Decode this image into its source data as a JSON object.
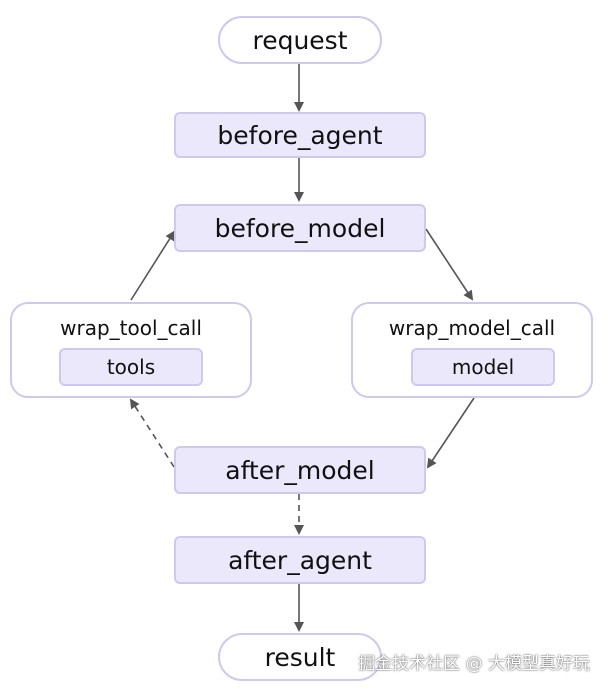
{
  "nodes": {
    "request": "request",
    "before_agent": "before_agent",
    "before_model": "before_model",
    "wrap_tool_call": {
      "title": "wrap_tool_call",
      "inner": "tools"
    },
    "wrap_model_call": {
      "title": "wrap_model_call",
      "inner": "model"
    },
    "after_model": "after_model",
    "after_agent": "after_agent",
    "result": "result"
  },
  "watermark": "掘金技术社区 @ 大模型真好玩",
  "colors": {
    "node_fill": "#ece8fb",
    "node_border": "#cfc8ef",
    "arrow": "#555555"
  }
}
